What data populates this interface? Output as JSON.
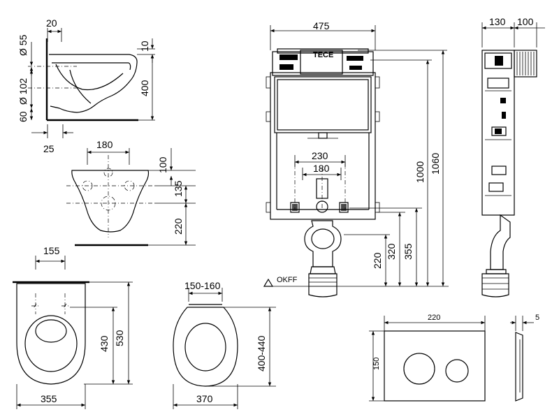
{
  "side_view": {
    "top_width": "20",
    "bottom_width": "25",
    "dia_55": "Ø 55",
    "dia_102": "Ø 102",
    "dim_60": "60",
    "dim_10": "10",
    "height": "400"
  },
  "front_view": {
    "spacing": "180",
    "top_offset": "100",
    "middle_offset": "135",
    "bottom_offset": "220"
  },
  "top_view": {
    "hole_spacing": "155",
    "length": "530",
    "inner_length": "430",
    "width": "355"
  },
  "seat": {
    "hinge_spacing": "150-160",
    "length": "400-440",
    "width": "370"
  },
  "frame": {
    "width": "475",
    "inner_width_1": "230",
    "inner_width_2": "180",
    "height_1": "1000",
    "height_2": "1060",
    "floor_label": "OKFF",
    "dim_220": "220",
    "dim_320": "320",
    "dim_355": "355"
  },
  "frame_side": {
    "depth": "130",
    "extra_depth": "100"
  },
  "flush_plate": {
    "width": "220",
    "height": "150",
    "thickness": "5"
  },
  "brand_label": "TECE"
}
